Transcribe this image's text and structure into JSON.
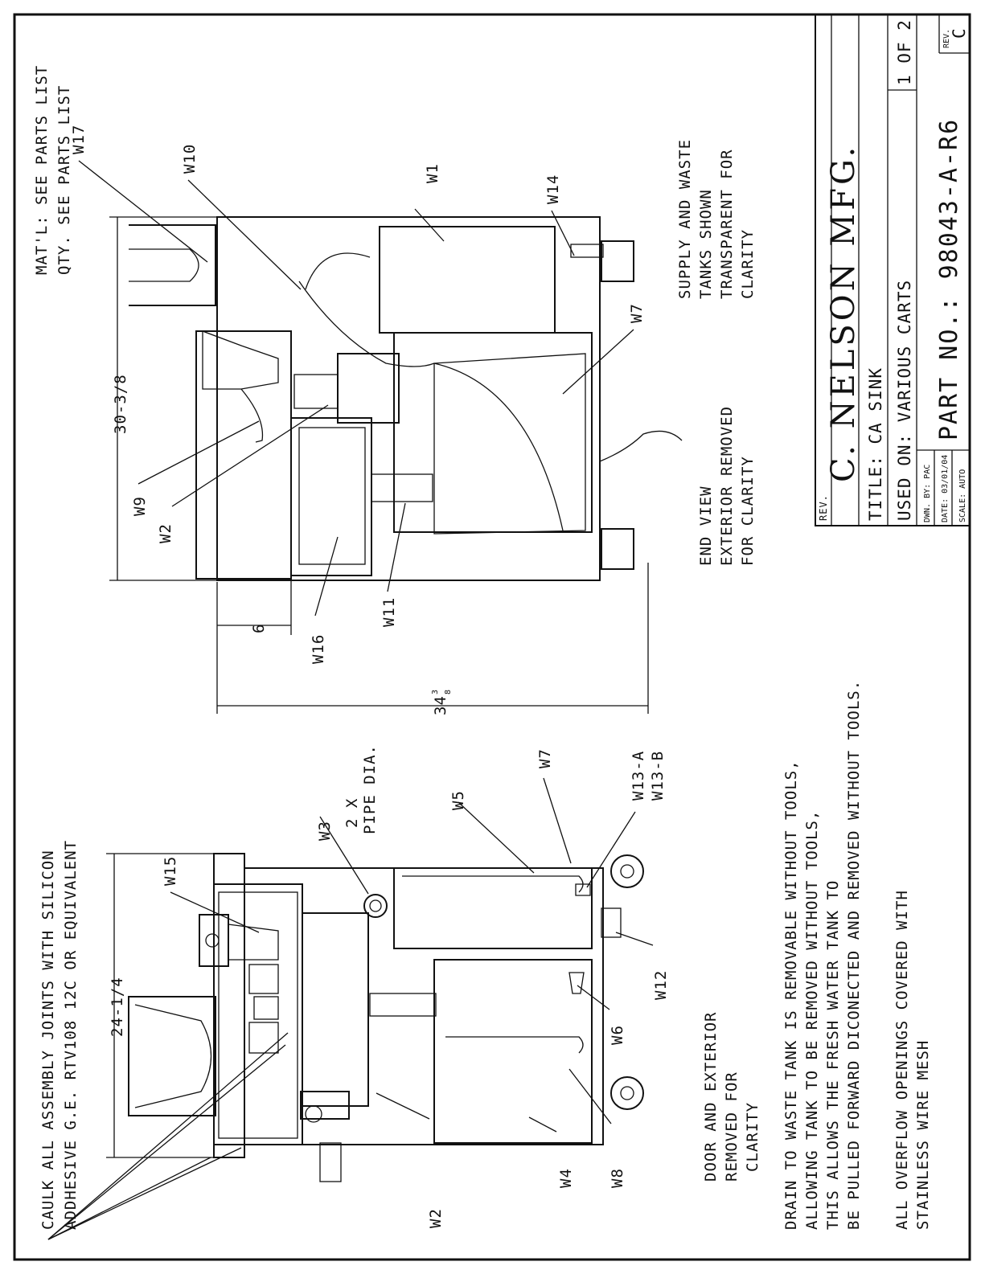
{
  "notes": {
    "caulk_1": "CAULK ALL ASSEMBLY JOINTS WITH SILICON",
    "caulk_2": "ADDHESIVE G.E. RTV108 12C OR EQUIVALENT",
    "matl_1": "MAT'L: SEE PARTS LIST",
    "matl_2": "QTY. SEE PARTS LIST",
    "door_1": "DOOR  AND EXTERIOR",
    "door_2": "REMOVED FOR",
    "door_3": "CLARITY",
    "end_1": "END VIEW",
    "end_2": "EXTERIOR REMOVED",
    "end_3": "FOR CLARITY",
    "supply_1": "SUPPLY AND WASTE",
    "supply_2": "TANKS SHOWN",
    "supply_3": "TRANSPARENT FOR",
    "supply_4": "CLARITY",
    "drain_1": "DRAIN TO WASTE TANK IS REMOVABLE WITHOUT TOOLS,",
    "drain_2": "ALLOWING TANK TO BE REMOVED WITHOUT TOOLS,",
    "drain_3": "THIS ALLOWS THE FRESH WATER TANK TO",
    "drain_4": "BE PULLED FORWARD DICONECTED AND REMOVED WITHOUT TOOLS.",
    "overflow_1": "ALL OVERFLOW OPENINGS COVERED WITH",
    "overflow_2": "STAINLESS WIRE MESH",
    "pipe_1": "2 X",
    "pipe_2": "PIPE DIA."
  },
  "dimensions": {
    "front_width": "24-1/4",
    "end_width": "30-3/8",
    "end_offset": "6",
    "height_whole": "34",
    "height_frac_num": "3",
    "height_frac_den": "8"
  },
  "callouts": {
    "w1": "W1",
    "w2a": "W2",
    "w2b": "W2",
    "w3": "W3",
    "w4": "W4",
    "w5": "W5",
    "w6": "W6",
    "w7a": "W7",
    "w7b": "W7",
    "w8": "W8",
    "w9": "W9",
    "w10": "W10",
    "w11": "W11",
    "w12": "W12",
    "w13a": "W13-A",
    "w13b": "W13-B",
    "w14": "W14",
    "w15": "W15",
    "w16": "W16",
    "w17": "W17"
  },
  "title_block": {
    "rev_label": "REV.",
    "company": "C. NELSON MFG.",
    "title": "TITLE: CA SINK",
    "used_on": "USED ON: VARIOUS CARTS",
    "sheet": "1 OF 2",
    "dwn_by": "DWN. BY: PAC",
    "date": "DATE: 03/01/04",
    "scale": "SCALE: AUTO",
    "part_no": "PART NO.:  98043-A-R6",
    "rev_label2": "REV.",
    "rev_value": "C"
  }
}
